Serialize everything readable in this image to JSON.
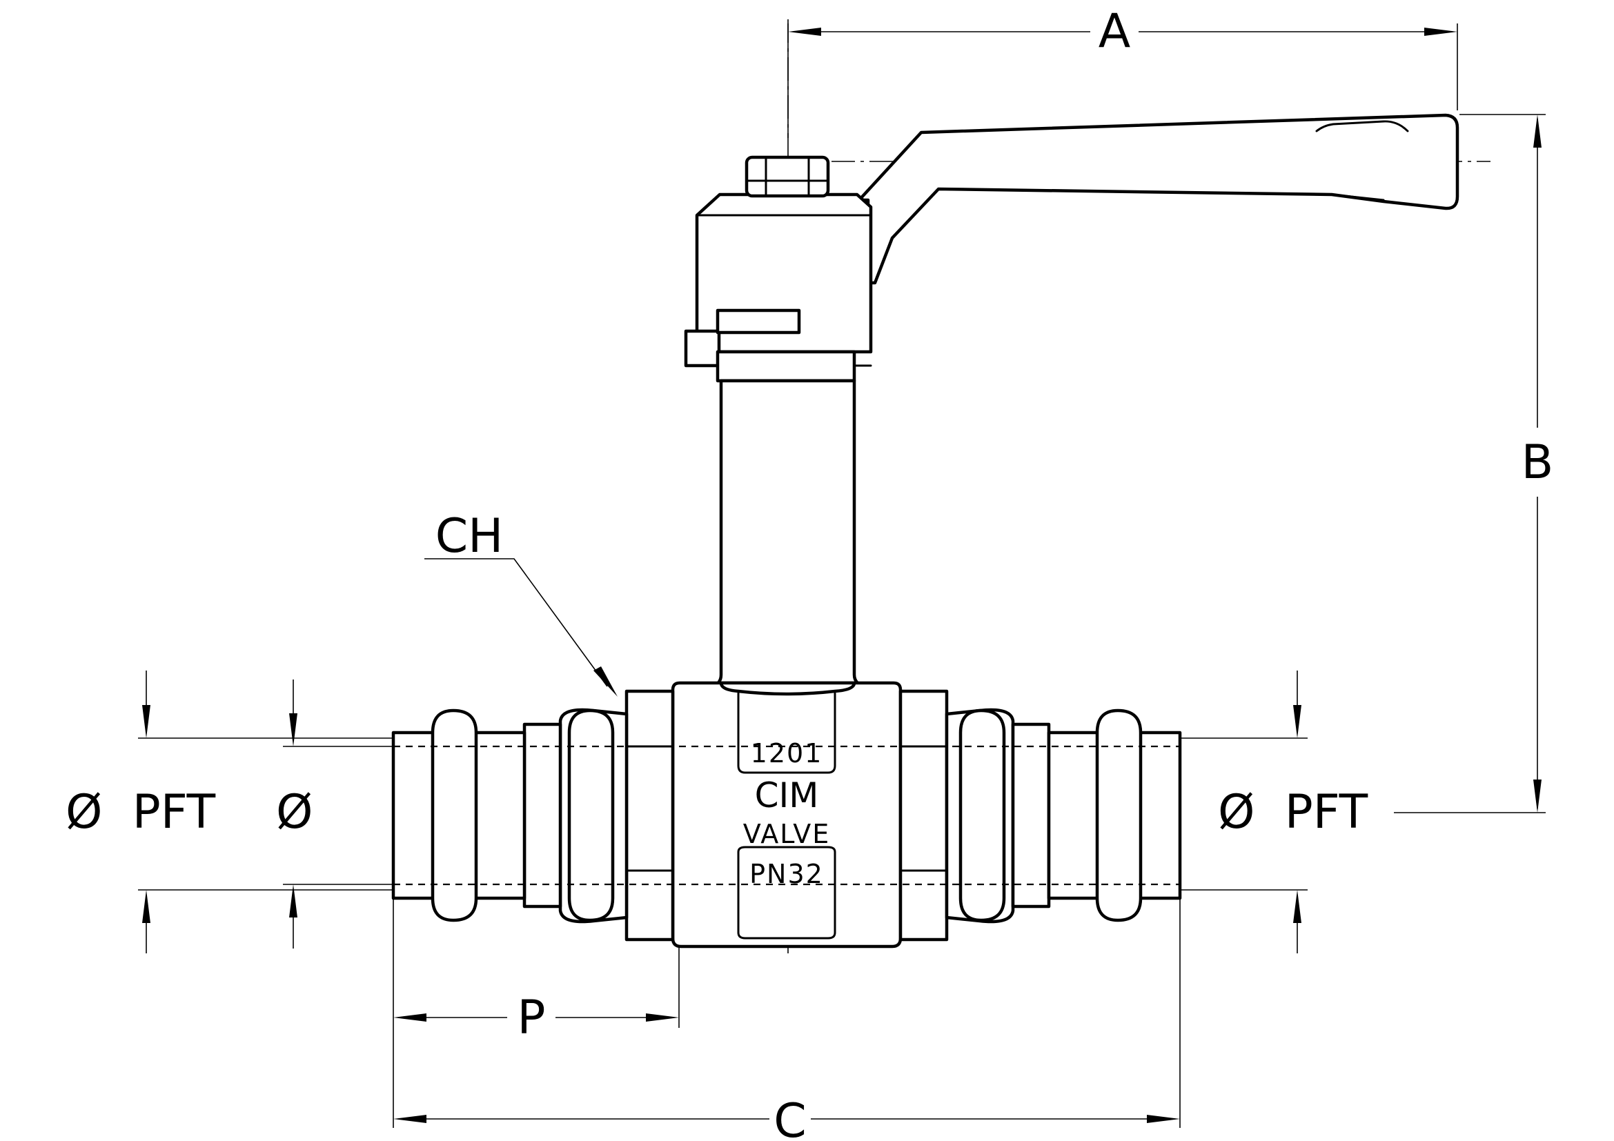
{
  "dimensions": {
    "a": "A",
    "b": "B",
    "c": "C",
    "ch": "CH",
    "p": "P",
    "left_outer": "Ø  PFT",
    "left_inner": "Ø",
    "right_outer": "Ø  PFT"
  },
  "markings": {
    "model": "1201",
    "brand": "CIM",
    "type": "VALVE",
    "pressure": "PN32"
  }
}
